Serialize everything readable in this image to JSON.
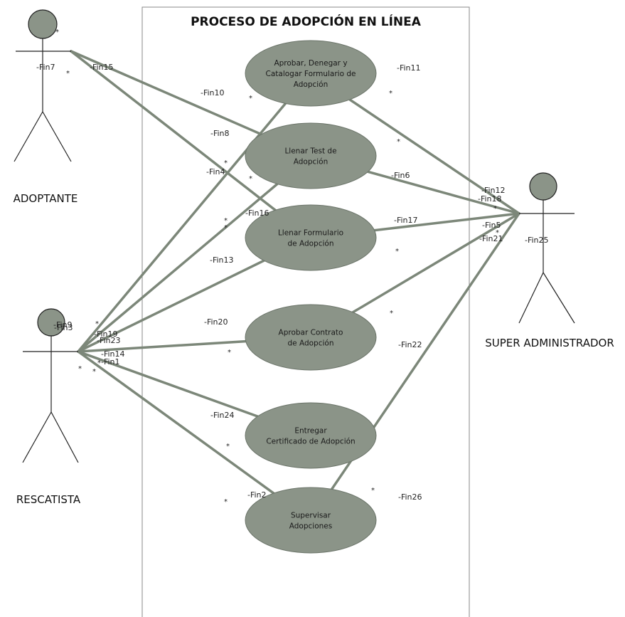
{
  "system": {
    "title": "PROCESO DE ADOPCIÓN EN LÍNEA"
  },
  "colors": {
    "usecase_fill": "#8b9488",
    "usecase_stroke": "#6b7469",
    "line": "#7c8779",
    "actor_head": "#8b9488",
    "boundary": "#888888"
  },
  "actors": [
    {
      "id": "adoptante",
      "name": "ADOPTANTE"
    },
    {
      "id": "rescatista",
      "name": "RESCATISTA"
    },
    {
      "id": "superadmin",
      "name": "SUPER ADMINISTRADOR"
    }
  ],
  "usecases": [
    {
      "id": "uc1",
      "lines": [
        "Aprobar, Denegar y",
        "Catalogar Formulario de",
        "Adopción"
      ]
    },
    {
      "id": "uc2",
      "lines": [
        "Llenar Test de",
        "Adopción"
      ]
    },
    {
      "id": "uc3",
      "lines": [
        "Llenar Formulario",
        "de Adopción"
      ]
    },
    {
      "id": "uc4",
      "lines": [
        "Aprobar Contrato",
        "de Adopción"
      ]
    },
    {
      "id": "uc5",
      "lines": [
        "Entregar",
        "Certificado de Adopción"
      ]
    },
    {
      "id": "uc6",
      "lines": [
        "Supervisar",
        "Adopciones"
      ]
    }
  ],
  "associations": [
    {
      "from": "adoptante",
      "to": "uc2"
    },
    {
      "from": "adoptante",
      "to": "uc3"
    },
    {
      "from": "rescatista",
      "to": "uc1"
    },
    {
      "from": "rescatista",
      "to": "uc2"
    },
    {
      "from": "rescatista",
      "to": "uc3"
    },
    {
      "from": "rescatista",
      "to": "uc4"
    },
    {
      "from": "rescatista",
      "to": "uc5"
    },
    {
      "from": "rescatista",
      "to": "uc6"
    },
    {
      "from": "superadmin",
      "to": "uc1"
    },
    {
      "from": "superadmin",
      "to": "uc2"
    },
    {
      "from": "superadmin",
      "to": "uc3"
    },
    {
      "from": "superadmin",
      "to": "uc4"
    },
    {
      "from": "superadmin",
      "to": "uc6"
    }
  ],
  "role_labels": [
    "-Fin7",
    "-Fin15",
    "-Fin10",
    "-Fin8",
    "-Fin4",
    "-Fin16",
    "-Fin13",
    "-Fin20",
    "-Fin24",
    "-Fin2",
    "-Fin11",
    "-Fin6",
    "-Fin17",
    "-Fin22",
    "-Fin26",
    "-Fin12",
    "-Fin18",
    "-Fin5",
    "-Fin21",
    "-Fin25",
    "-Fin9",
    "-Fin3",
    "-Fin19",
    "-Fin23",
    "-Fin14",
    "-Fin1"
  ],
  "multiplicity_symbol": "*"
}
